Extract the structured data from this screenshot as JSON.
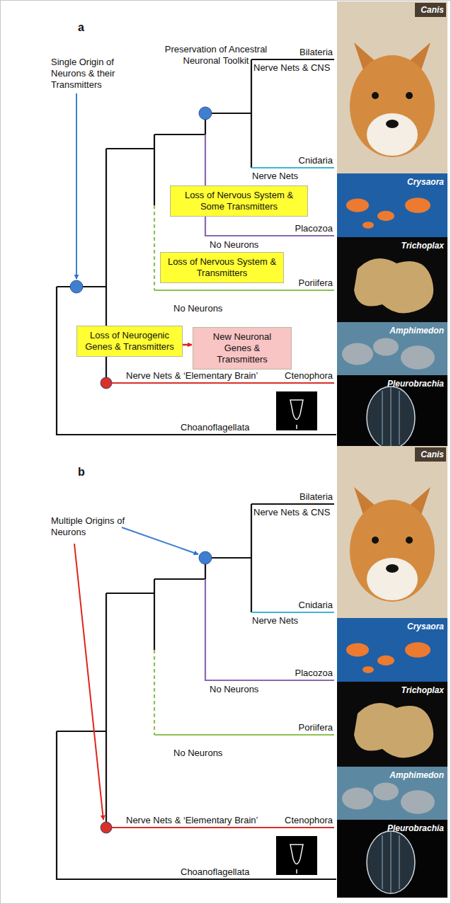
{
  "diagram": {
    "nodes": [
      {
        "text": [
          "Loss of Nervous System & Some Transmitters"
        ]
      },
      {
        "text": [
          "Loss of Nervous System & Transmitters"
        ]
      },
      {
        "text": [
          "Loss of Neurogenic Genes & Transmitters"
        ]
      },
      {
        "text": [
          "New Neuronal Genes & Transmitters"
        ]
      }
    ],
    "edges": [
      {
        "from": 2,
        "to": 3,
        "arrow": "to"
      }
    ],
    "labels": [
      "a",
      "Preservation of Ancestral Neuronal Toolkit",
      "Single Origin of Neurons & their Transmitters",
      "Bilateria",
      "Nerve Nets & CNS",
      "Cnidaria",
      "Nerve Nets",
      "Placozoa",
      "No Neurons",
      "Poriifera",
      "No Neurons",
      "Nerve Nets & ‘Elementary Brain’",
      "Ctenophora",
      "Choanoflagellata",
      "Canis",
      "Crysaora",
      "Trichoplax",
      "Amphimedon",
      "Pleurobrachia",
      "b",
      "Multiple Origins of Neurons",
      "Bilateria",
      "Nerve Nets & CNS",
      "Cnidaria",
      "Nerve Nets",
      "Placozoa",
      "No Neurons",
      "Poriifera",
      "No Neurons",
      "Nerve Nets & ‘Elementary Brain’",
      "Ctenophora",
      "Choanoflagellata",
      "Canis",
      "Crysaora",
      "Trichoplax",
      "Amphimedon",
      "Pleurobrachia"
    ]
  }
}
